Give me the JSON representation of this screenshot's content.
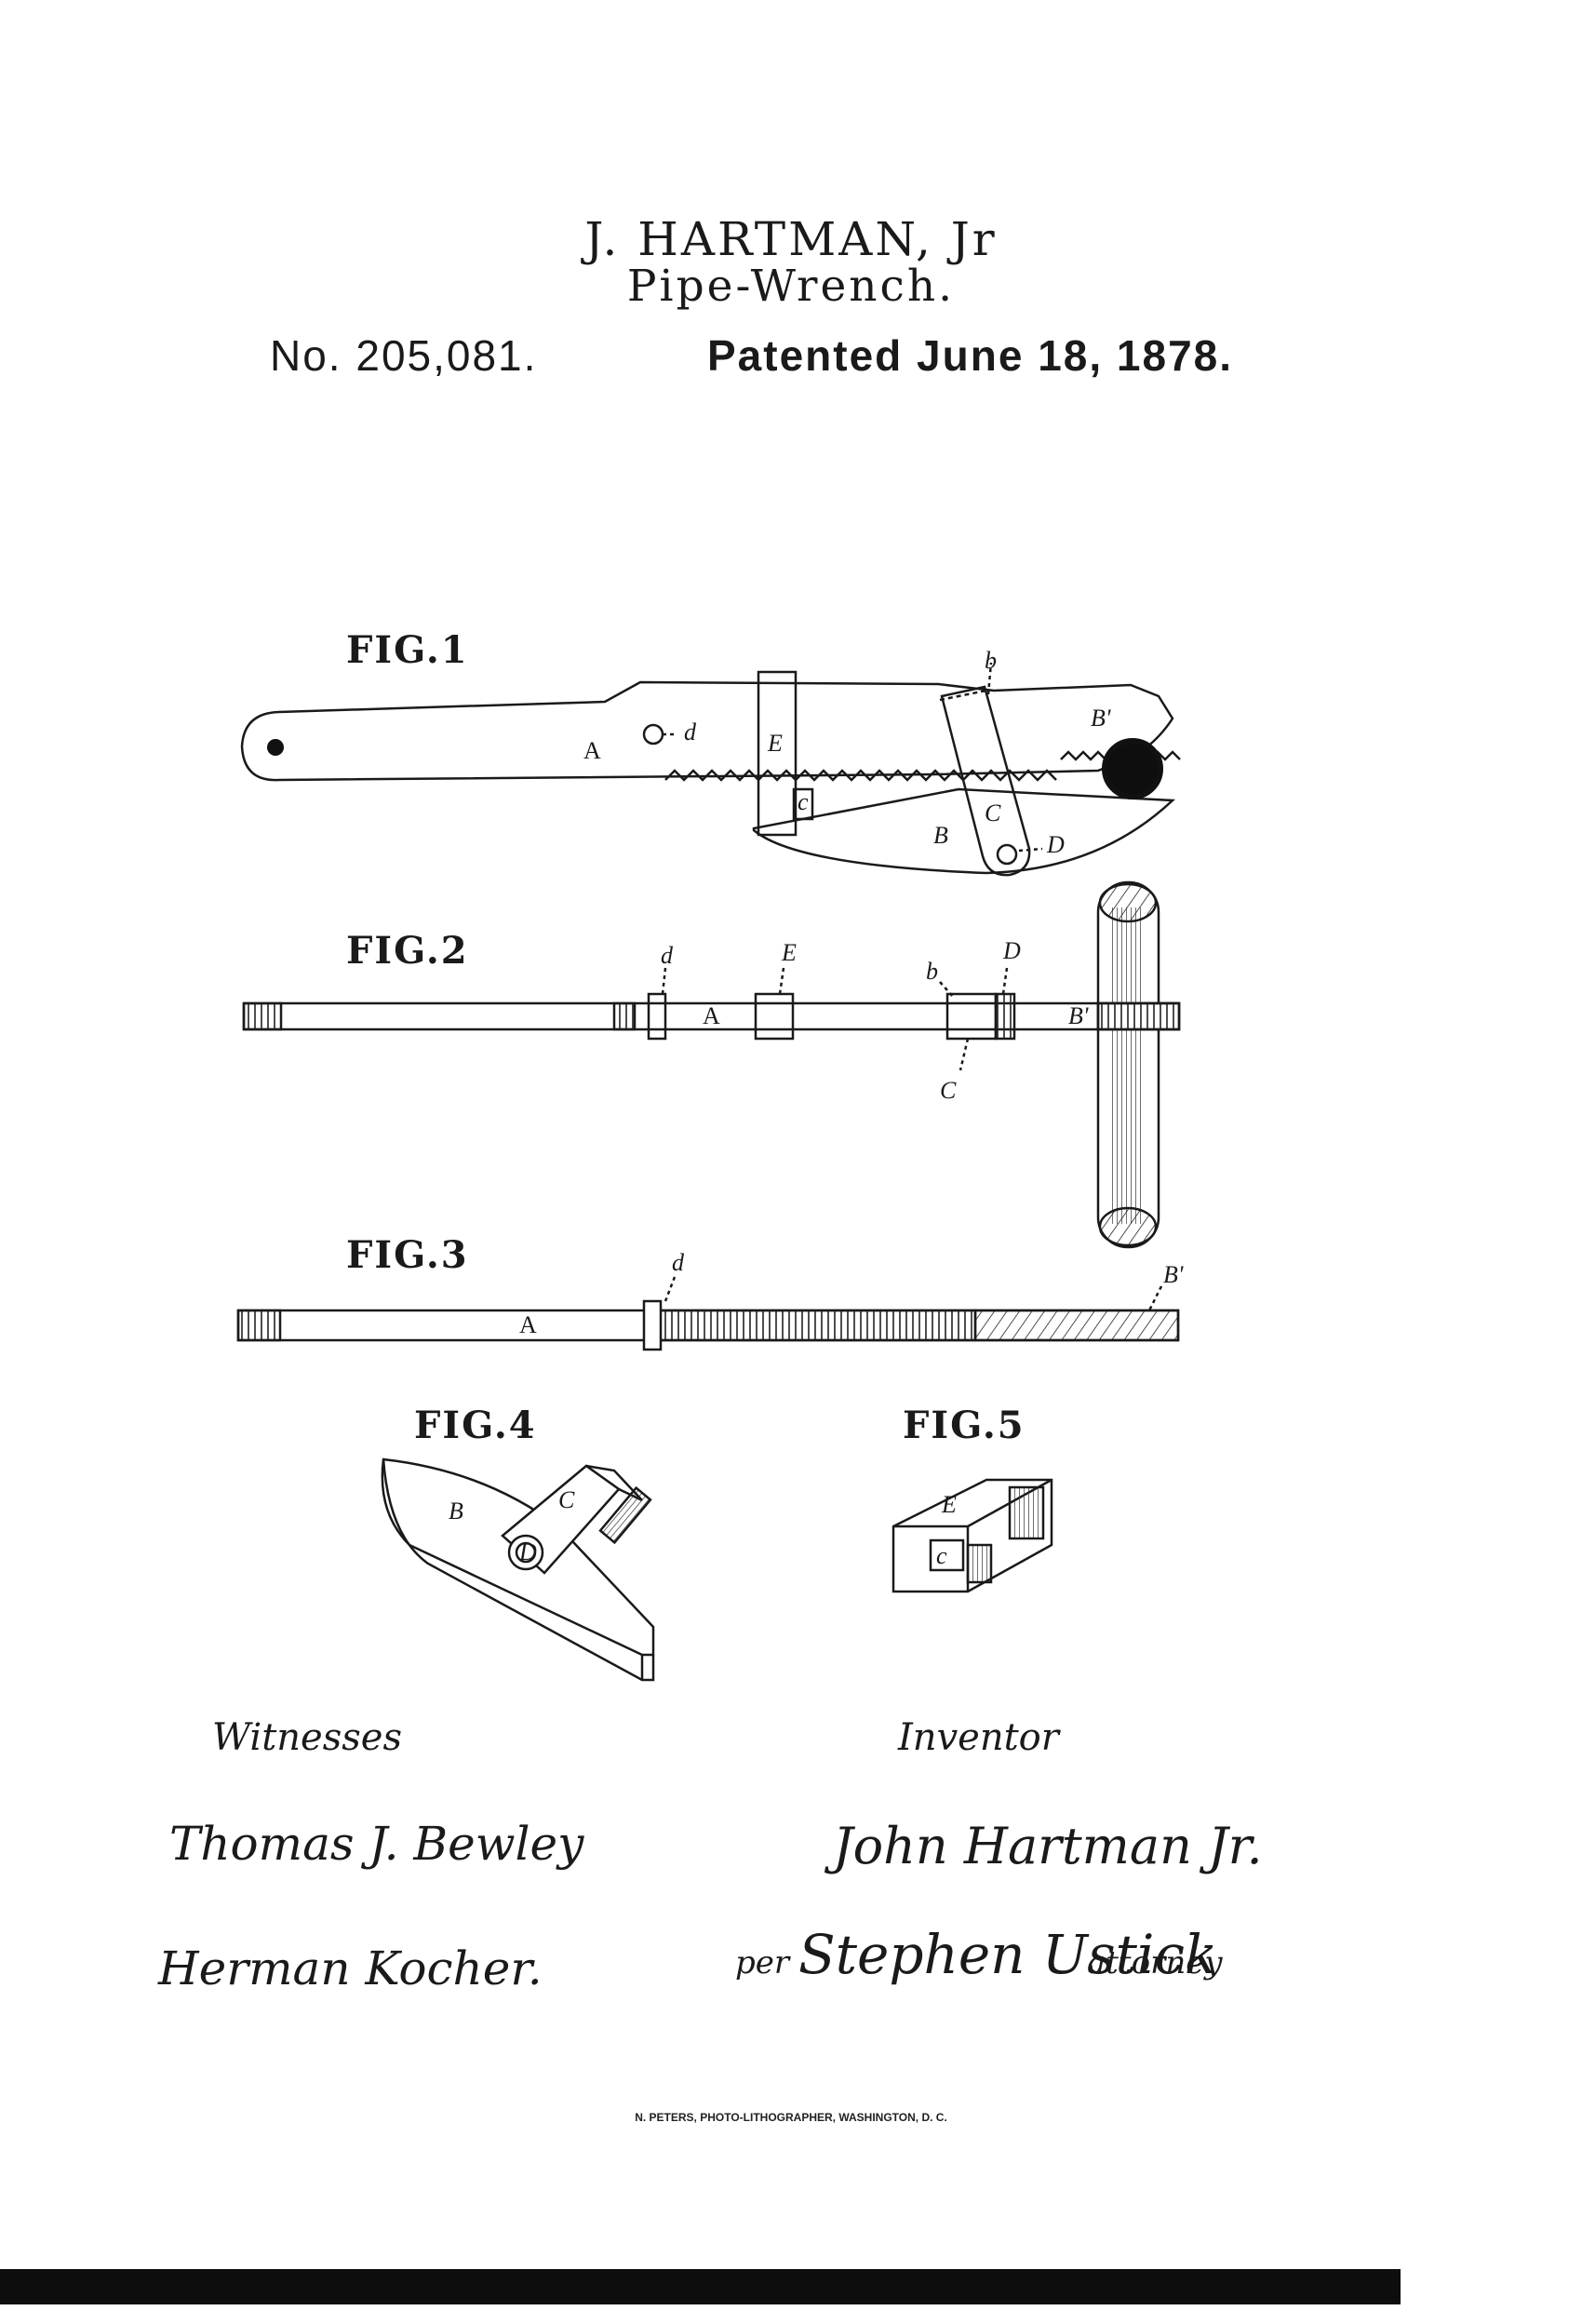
{
  "header": {
    "inventor": "J. HARTMAN, Jr",
    "title": "Pipe-Wrench.",
    "patent_number": "No. 205,081.",
    "patent_date": "Patented June 18, 1878."
  },
  "figures": {
    "fig1": "FIG.1",
    "fig2": "FIG.2",
    "fig3": "FIG.3",
    "fig4": "FIG.4",
    "fig5": "FIG.5"
  },
  "reference_letters": {
    "A": "A",
    "B": "B",
    "B_prime": "B'",
    "C": "C",
    "D": "D",
    "E": "E",
    "b": "b",
    "c": "c",
    "d": "d"
  },
  "witnesses": {
    "heading": "Witnesses",
    "names": [
      "Thomas J. Bewley",
      "Herman Kocher."
    ]
  },
  "inventor_block": {
    "heading": "Inventor",
    "signature": "John Hartman Jr.",
    "per": "per",
    "attorney_name": "Stephen Ustick",
    "attorney_label": "attorney"
  },
  "footer": {
    "printer": "N. PETERS, PHOTO-LITHOGRAPHER, WASHINGTON, D. C."
  }
}
